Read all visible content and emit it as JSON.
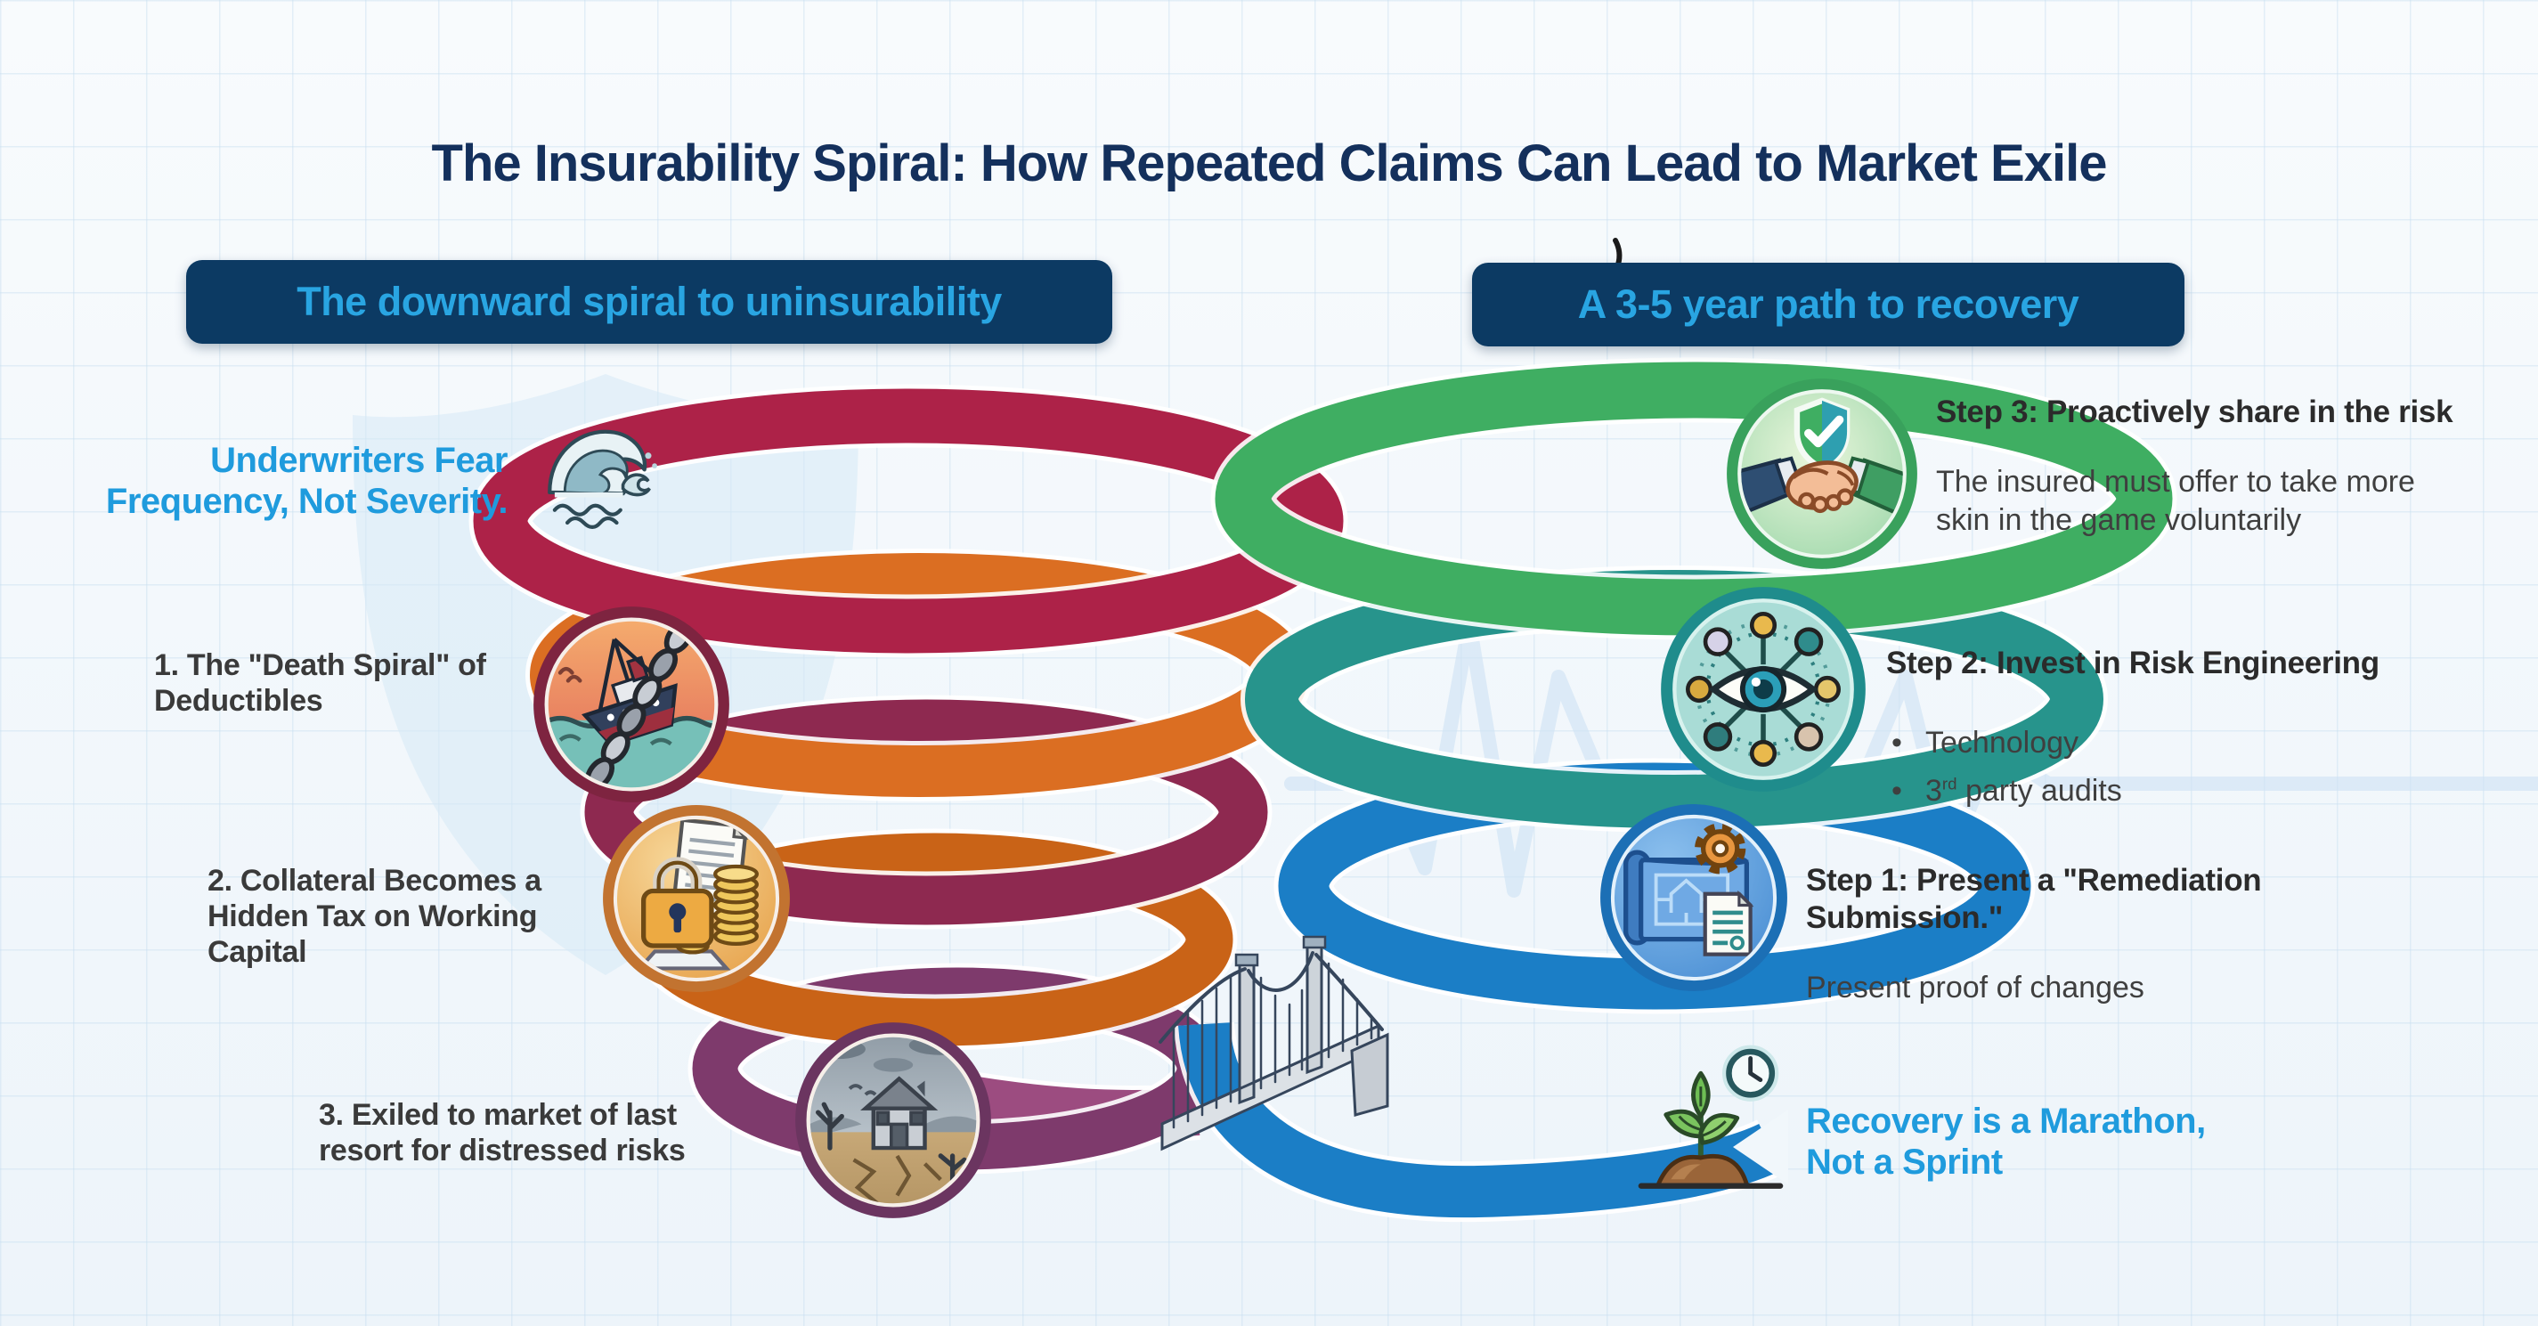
{
  "title": "The Insurability Spiral: How Repeated Claims Can Lead to Market Exile",
  "left_section": {
    "badge": "The downward spiral to uninsurability",
    "callout": {
      "line1": "Underwriters Fear",
      "line2": "Frequency, Not Severity."
    },
    "items": [
      {
        "label": "1. The \"Death Spiral\" of Deductibles",
        "icon": "sinking-ship-icon"
      },
      {
        "label": "2. Collateral Becomes a Hidden Tax on Working Capital",
        "icon": "lock-and-coins-icon"
      },
      {
        "label": "3. Exiled to market of last resort for distressed risks",
        "icon": "abandoned-house-icon"
      }
    ]
  },
  "right_section": {
    "badge": "A 3-5 year path to recovery",
    "steps": [
      {
        "title": "Step 3: Proactively share in the risk",
        "body": "The insured must offer to take more skin in the game voluntarily",
        "icon": "handshake-shield-icon"
      },
      {
        "title": "Step 2: Invest in Risk Engineering",
        "icon": "risk-monitoring-eye-icon",
        "bullets": [
          {
            "text": "Technology",
            "sup": "",
            "rest": ""
          },
          {
            "text": "3",
            "sup": "rd",
            "rest": " party audits"
          }
        ]
      },
      {
        "title": "Step 1: Present a \"Remediation Submission.\"",
        "body": "Present proof of changes",
        "icon": "blueprint-gear-icon"
      }
    ],
    "callout": {
      "line1": "Recovery is a Marathon,",
      "line2": "Not a Sprint"
    }
  },
  "decor_icons": {
    "wave": "ocean-wave-icon",
    "plant": "growth-plant-clock-icon",
    "bridge": "recovery-bridge-graphic"
  },
  "colors": {
    "title_navy": "#14305c",
    "badge_bg": "#0c3a63",
    "badge_text": "#29a5e2",
    "accent_blue": "#1f9bdd",
    "spiral_crimson": "#ad2248",
    "spiral_maroon": "#8e2950",
    "spiral_orange": "#db6e22",
    "spiral_burnt_orange": "#c96317",
    "spiral_purple": "#7e3a6c",
    "spiral_green": "#3fae62",
    "spiral_teal": "#27948c",
    "spiral_blue": "#1b7ec6"
  }
}
